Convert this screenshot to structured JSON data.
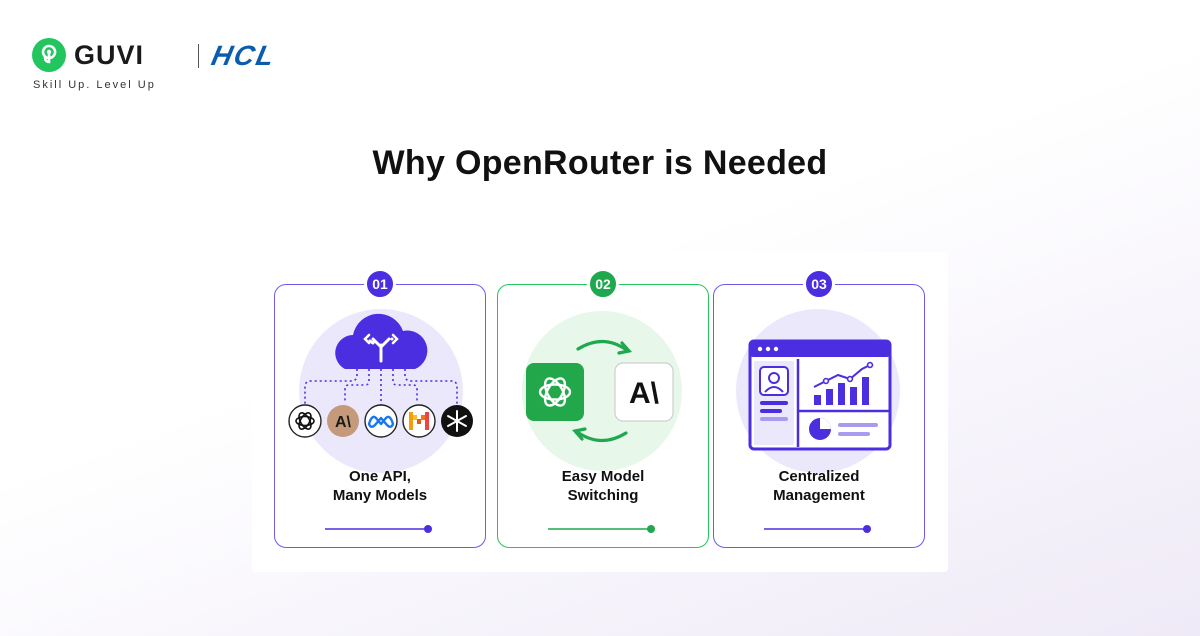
{
  "brand": {
    "guvi": "GUVI",
    "hcl": "HCL",
    "tagline": "Skill Up. Level Up"
  },
  "title": "Why OpenRouter is Needed",
  "cards": [
    {
      "number": "01",
      "title_line1": "One API,",
      "title_line2": "Many Models",
      "accent": "#4a2ee0",
      "icons": [
        "openai-icon",
        "anthropic-icon",
        "meta-icon",
        "mistral-icon",
        "perplexity-icon"
      ]
    },
    {
      "number": "02",
      "title_line1": "Easy Model",
      "title_line2": "Switching",
      "accent": "#1fa84d",
      "icons": [
        "openai-icon",
        "anthropic-icon",
        "switch-arrows-icon"
      ]
    },
    {
      "number": "03",
      "title_line1": "Centralized",
      "title_line2": "Management",
      "accent": "#4a2ee0",
      "icons": [
        "dashboard-icon",
        "user-profile-icon",
        "bar-chart-icon",
        "pie-chart-icon"
      ]
    }
  ],
  "illustration_labels": {
    "anthropic_small": "A\\",
    "anthropic_large": "A\\"
  },
  "colors": {
    "purple": "#4a2ee0",
    "green": "#22c55e",
    "lavender_circle": "#ece8fb",
    "green_circle": "#e7f7ea",
    "hcl_blue": "#0b5cad"
  }
}
